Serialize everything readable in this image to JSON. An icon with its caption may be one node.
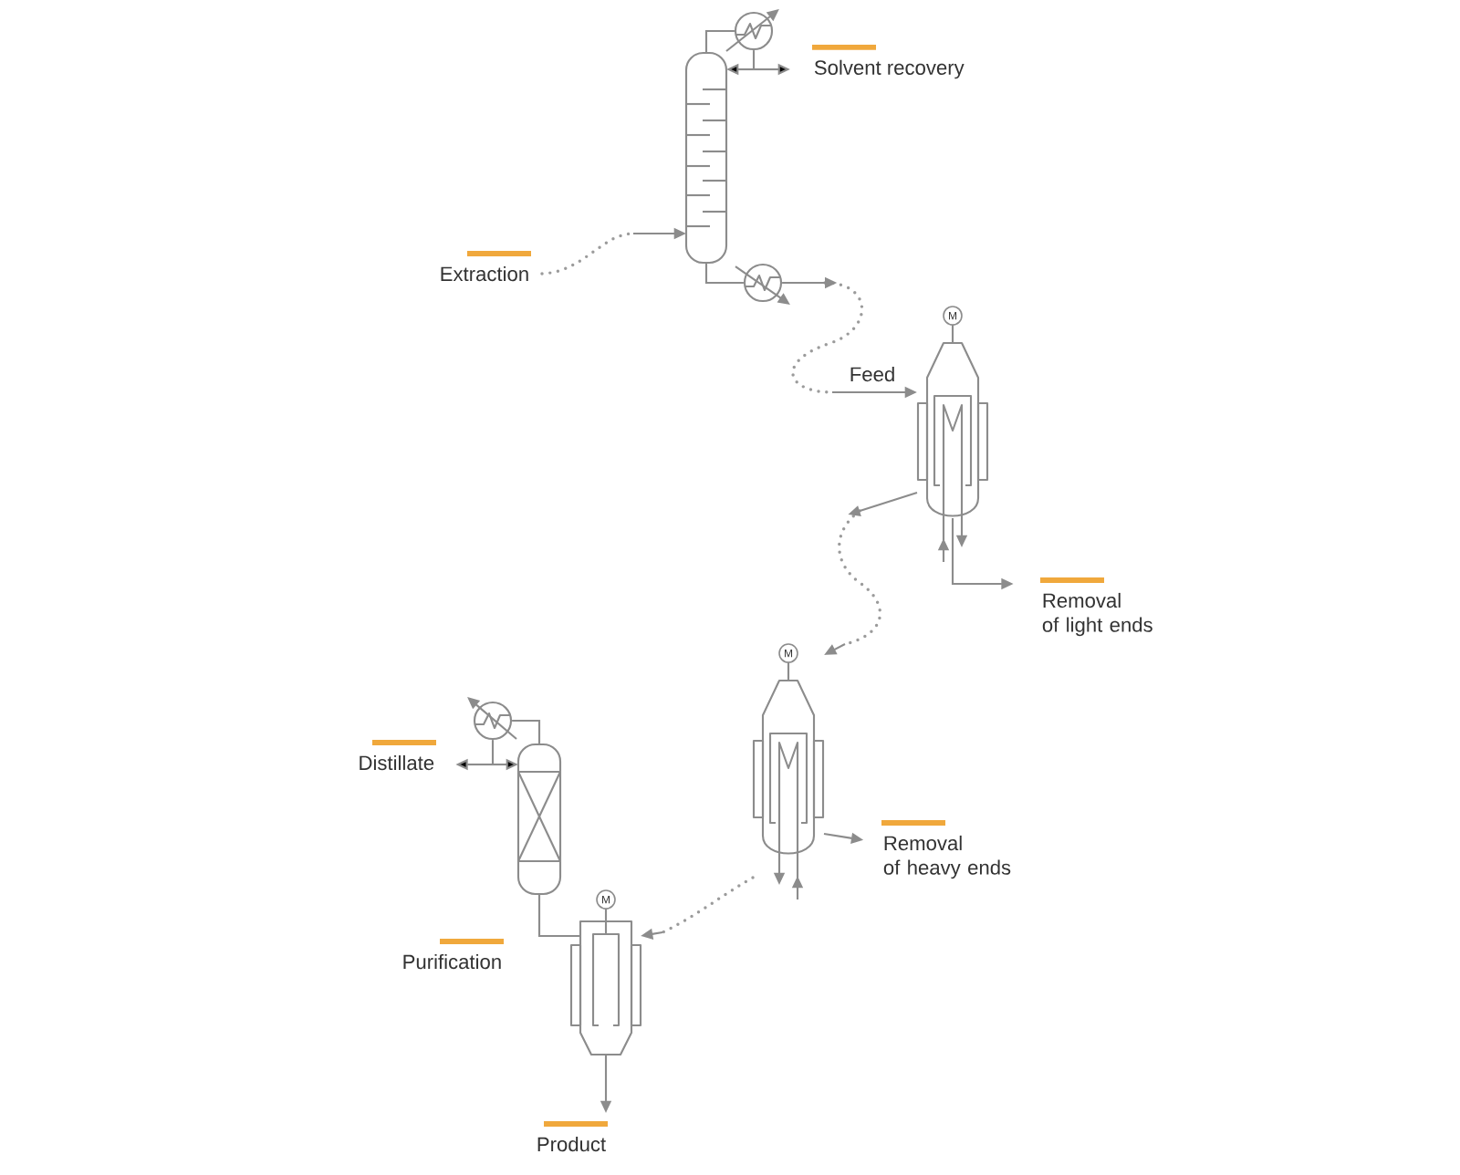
{
  "diagram": {
    "nodes": [
      {
        "text": [],
        "shape": "circle"
      },
      {
        "text": [],
        "shape": "picture"
      },
      {
        "text": [
          "Solvent recovery"
        ]
      },
      {
        "text": [
          "Extraction"
        ]
      },
      {
        "text": [],
        "shape": "circle"
      },
      {
        "text": [
          "M"
        ]
      },
      {
        "text": [
          "Removal of light ends"
        ]
      },
      {
        "text": [
          "M"
        ]
      },
      {
        "text": [
          "Removal of heavy ends"
        ]
      },
      {
        "text": [],
        "shape": "circle"
      },
      {
        "text": [
          "Distillate"
        ]
      },
      {
        "text": [],
        "shape": "picture"
      },
      {
        "text": [
          "M"
        ]
      },
      {
        "text": [
          "Product"
        ]
      }
    ],
    "edges": [
      {
        "from": 1,
        "to": 0,
        "arrow": "none"
      },
      {
        "from": 0,
        "to": 1,
        "arrow": "to"
      },
      {
        "from": 0,
        "to": 2,
        "arrow": "to"
      },
      {
        "from": 3,
        "to": 1,
        "arrow": "to",
        "style": "dashed"
      },
      {
        "from": 1,
        "to": 4,
        "arrow": "none"
      },
      {
        "from": 4,
        "to": 5,
        "arrow": "to",
        "style": "dashed",
        "label": "Feed"
      },
      {
        "from": 5,
        "to": 6,
        "arrow": "to"
      },
      {
        "from": 5,
        "to": 7,
        "arrow": "to",
        "style": "dashed"
      },
      {
        "from": 7,
        "to": 8,
        "arrow": "to"
      },
      {
        "from": 7,
        "to": 12,
        "arrow": "to",
        "style": "dashed"
      },
      {
        "from": 11,
        "to": 9,
        "arrow": "none"
      },
      {
        "from": 9,
        "to": 11,
        "arrow": "to"
      },
      {
        "from": 9,
        "to": 10,
        "arrow": "to"
      },
      {
        "from": 11,
        "to": 12,
        "arrow": "none"
      },
      {
        "from": 12,
        "to": 13,
        "arrow": "to"
      }
    ],
    "labels": [
      "Purification"
    ]
  }
}
